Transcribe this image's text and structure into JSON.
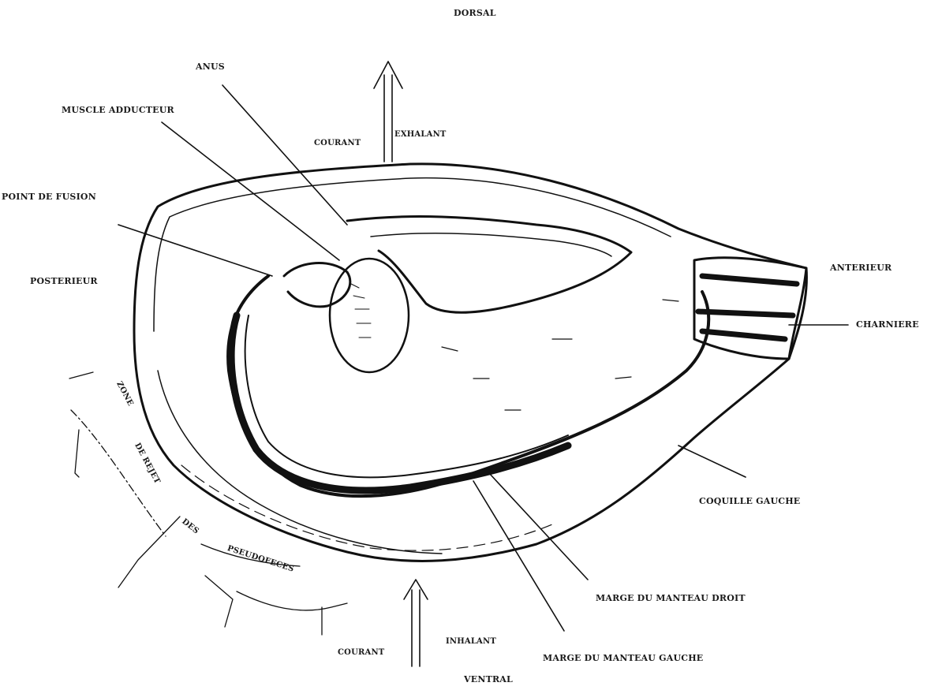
{
  "labels": {
    "dorsal": "DORSAL",
    "anus": "ANUS",
    "muscle_adducteur": "MUSCLE ADDUCTEUR",
    "courant": "COURANT",
    "exhalant": "EXHALANT",
    "point_de_fusion": "POINT DE FUSION",
    "posterieur": "POSTERIEUR",
    "anterieur": "ANTERIEUR",
    "charniere": "CHARNIERE",
    "coquille_gauche": "COQUILLE GAUCHE",
    "marge_manteau_droit": "MARGE DU MANTEAU DROIT",
    "marge_manteau_gauche": "MARGE DU MANTEAU GAUCHE",
    "courant_inhalant_left": "COURANT",
    "inhalant": "INHALANT",
    "ventral": "VENTRAL",
    "rejet_part1": "ZONE",
    "rejet_part2": "DE REJET",
    "rejet_part3": "DES",
    "rejet_part4": "PSEUDOFECES"
  }
}
